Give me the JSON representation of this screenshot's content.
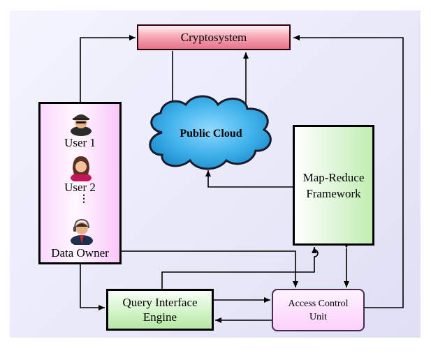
{
  "nodes": {
    "cryptosystem": "Cryptosystem",
    "public_cloud": "Public Cloud",
    "map_reduce": [
      "Map-Reduce",
      "Framework"
    ],
    "query_interface": [
      "Query Interface",
      "Engine"
    ],
    "access_control": [
      "Access Control",
      "Unit"
    ]
  },
  "users": {
    "user1": "User 1",
    "user2": "User 2",
    "ellipsis": "⋮",
    "owner": "Data Owner"
  },
  "colors": {
    "crypto_fill": "#f4a3b2",
    "cloud_fill": "#45b6ea",
    "mapreduce_fill": "#c8f0bb",
    "query_fill": "#c9f0bd",
    "access_fill": "#fcd2fc",
    "users_fill": "#f9d0f9",
    "background": "#e8e8f8"
  }
}
